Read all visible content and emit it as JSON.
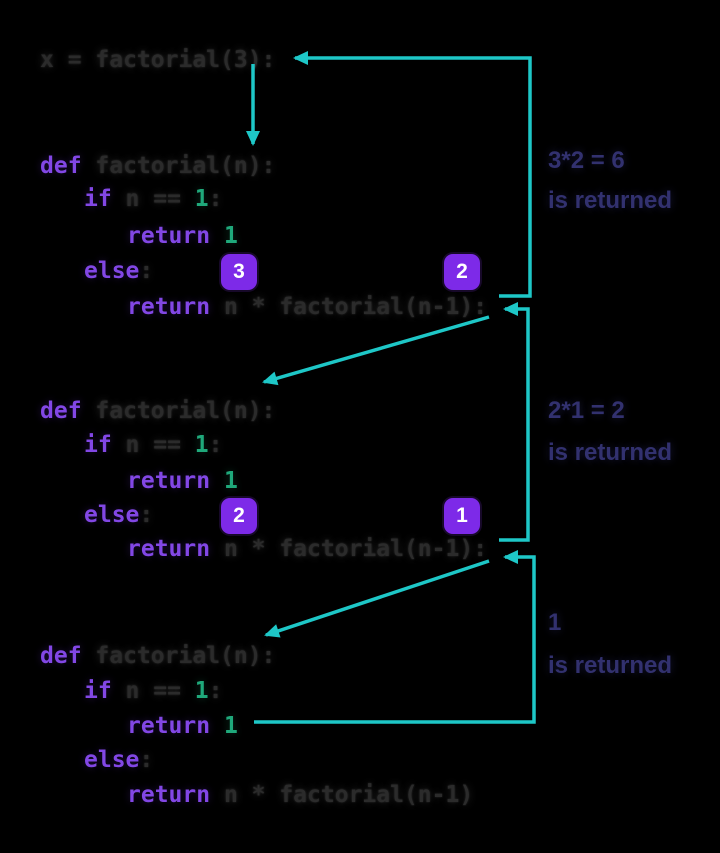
{
  "call_line": {
    "text": "x = factorial(3):"
  },
  "blocks": [
    {
      "def": {
        "kw": "def",
        "rest": " factorial(n):"
      },
      "if": {
        "kw": "if",
        "pre": " n == ",
        "num": "1",
        "post": ":"
      },
      "return_base": {
        "kw": "return",
        "num": " 1"
      },
      "else": {
        "kw": "else",
        "post": ":"
      },
      "return_recursive": {
        "kw": "return",
        "rest": " n * factorial(n-1):"
      },
      "badges": [
        "3",
        "2"
      ]
    },
    {
      "def": {
        "kw": "def",
        "rest": " factorial(n):"
      },
      "if": {
        "kw": "if",
        "pre": " n == ",
        "num": "1",
        "post": ":"
      },
      "return_base": {
        "kw": "return",
        "num": " 1"
      },
      "else": {
        "kw": "else",
        "post": ":"
      },
      "return_recursive": {
        "kw": "return",
        "rest": " n * factorial(n-1):"
      },
      "badges": [
        "2",
        "1"
      ]
    },
    {
      "def": {
        "kw": "def",
        "rest": " factorial(n):"
      },
      "if": {
        "kw": "if",
        "pre": " n == ",
        "num": "1",
        "post": ":"
      },
      "return_base": {
        "kw": "return",
        "num": " 1"
      },
      "else": {
        "kw": "else",
        "post": ":"
      },
      "return_recursive": {
        "kw": "return",
        "rest": " n * factorial(n-1)"
      },
      "badges": []
    }
  ],
  "labels": [
    {
      "result": "3*2 = 6",
      "caption": "is returned"
    },
    {
      "result": "2*1 = 2",
      "caption": "is returned"
    },
    {
      "result": "1",
      "caption": "is returned"
    }
  ],
  "icons": {
    "call_arrows": [
      "call-arrow-initial",
      "call-arrow-recursive-1",
      "call-arrow-recursive-2"
    ],
    "return_arrows": [
      "return-arrow-result-6",
      "return-arrow-result-2",
      "return-arrow-result-1"
    ]
  },
  "colors": {
    "background": "#000000",
    "keyword": "#8247E5",
    "number": "#1FA97B",
    "code_text": "#2B2B2B",
    "arrow": "#1EC7C7",
    "badge_background": "#7D2AE8",
    "badge_text": "#FFFFFF",
    "label_text": "#32316F"
  }
}
